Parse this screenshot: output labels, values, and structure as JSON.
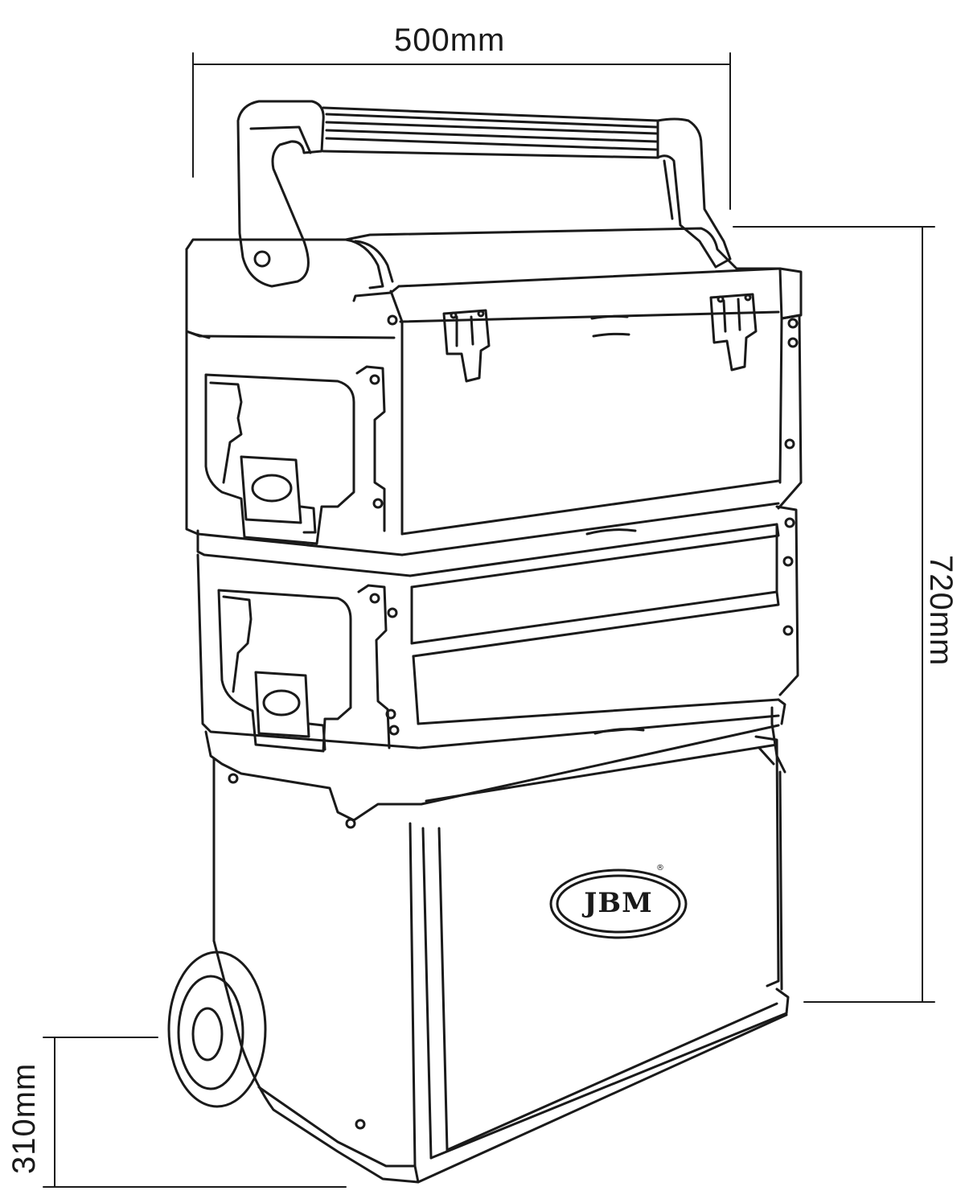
{
  "dimensions": {
    "width_label": "500mm",
    "height_label": "720mm",
    "wheel_height_label": "310mm"
  },
  "brand": {
    "logo_text": "JBM",
    "registered_mark": "®"
  },
  "colors": {
    "line": "#1a1a1a",
    "background": "#ffffff"
  }
}
